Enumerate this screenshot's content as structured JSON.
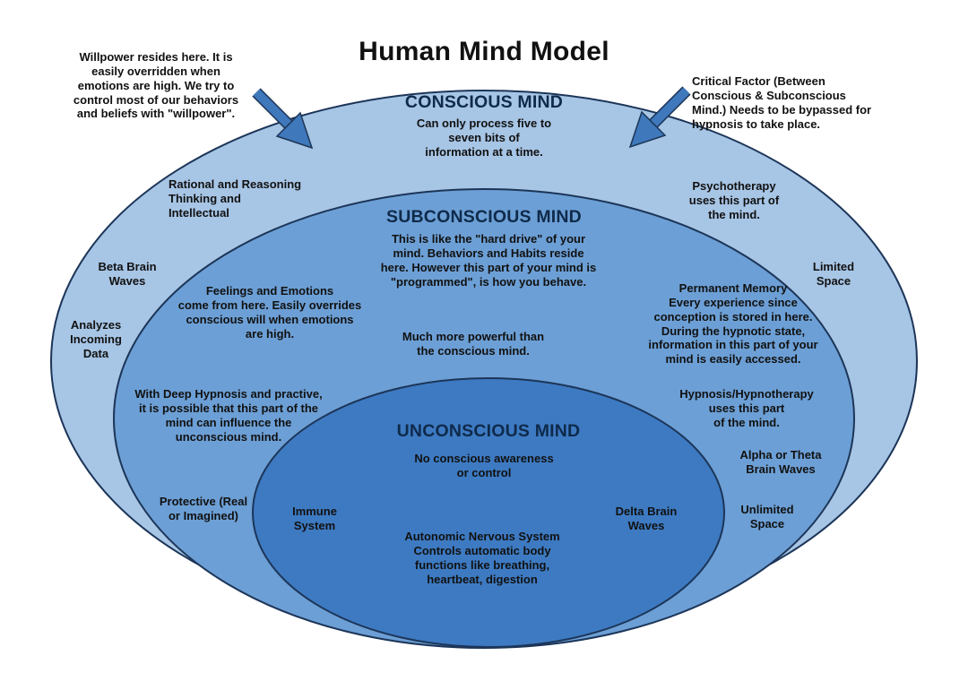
{
  "title": "Human Mind Model",
  "colors": {
    "outer_fill": "#a7c5e5",
    "middle_fill": "#6c9fd5",
    "inner_fill": "#3d7ac2",
    "outline": "#1c3558",
    "arrow": "#3f78bb"
  },
  "notes": {
    "willpower": "Willpower resides here. It is\neasily overridden when\nemotions are high. We try to\ncontrol most of our behaviors\nand beliefs with \"willpower\".",
    "critical_factor": "Critical Factor (Between\nConscious & Subconscious\nMind.) Needs to be bypassed for\nhypnosis to take place."
  },
  "conscious": {
    "heading": "CONSCIOUS MIND",
    "description": "Can only process five to\nseven bits of\ninformation at a time.",
    "rational": "Rational and Reasoning\nThinking and\nIntellectual",
    "beta": "Beta Brain\nWaves",
    "analyzes": "Analyzes\nIncoming\nData",
    "psychotherapy": "Psychotherapy\nuses this part of\nthe mind.",
    "limited": "Limited\nSpace"
  },
  "subconscious": {
    "heading": "SUBCONSCIOUS MIND",
    "description": "This is like the \"hard drive\" of your\nmind. Behaviors and Habits reside\nhere. However this part of your mind is\n\"programmed\", is how you behave.",
    "feelings": "Feelings and Emotions\ncome from here. Easily overrides\nconscious will when emotions\nare high.",
    "powerful": "Much more powerful than\nthe conscious mind.",
    "memory": "Permanent Memory\nEvery experience since\nconception is stored in here.\nDuring the hypnotic state,\ninformation in this part of your\nmind is easily accessed.",
    "deep_hypnosis": "With Deep Hypnosis and practive,\nit is possible that this part of the\nmind can influence the\nunconscious mind.",
    "hypnotherapy": "Hypnosis/Hypnotherapy\nuses this part\nof the mind.",
    "alpha": "Alpha or Theta\nBrain Waves",
    "protective": "Protective (Real\nor Imagined)",
    "unlimited": "Unlimited\nSpace"
  },
  "unconscious": {
    "heading": "UNCONSCIOUS MIND",
    "description": "No conscious awareness\nor control",
    "immune": "Immune\nSystem",
    "delta": "Delta Brain\nWaves",
    "autonomic": "Autonomic Nervous System\nControls automatic body\nfunctions like breathing,\nheartbeat, digestion"
  }
}
